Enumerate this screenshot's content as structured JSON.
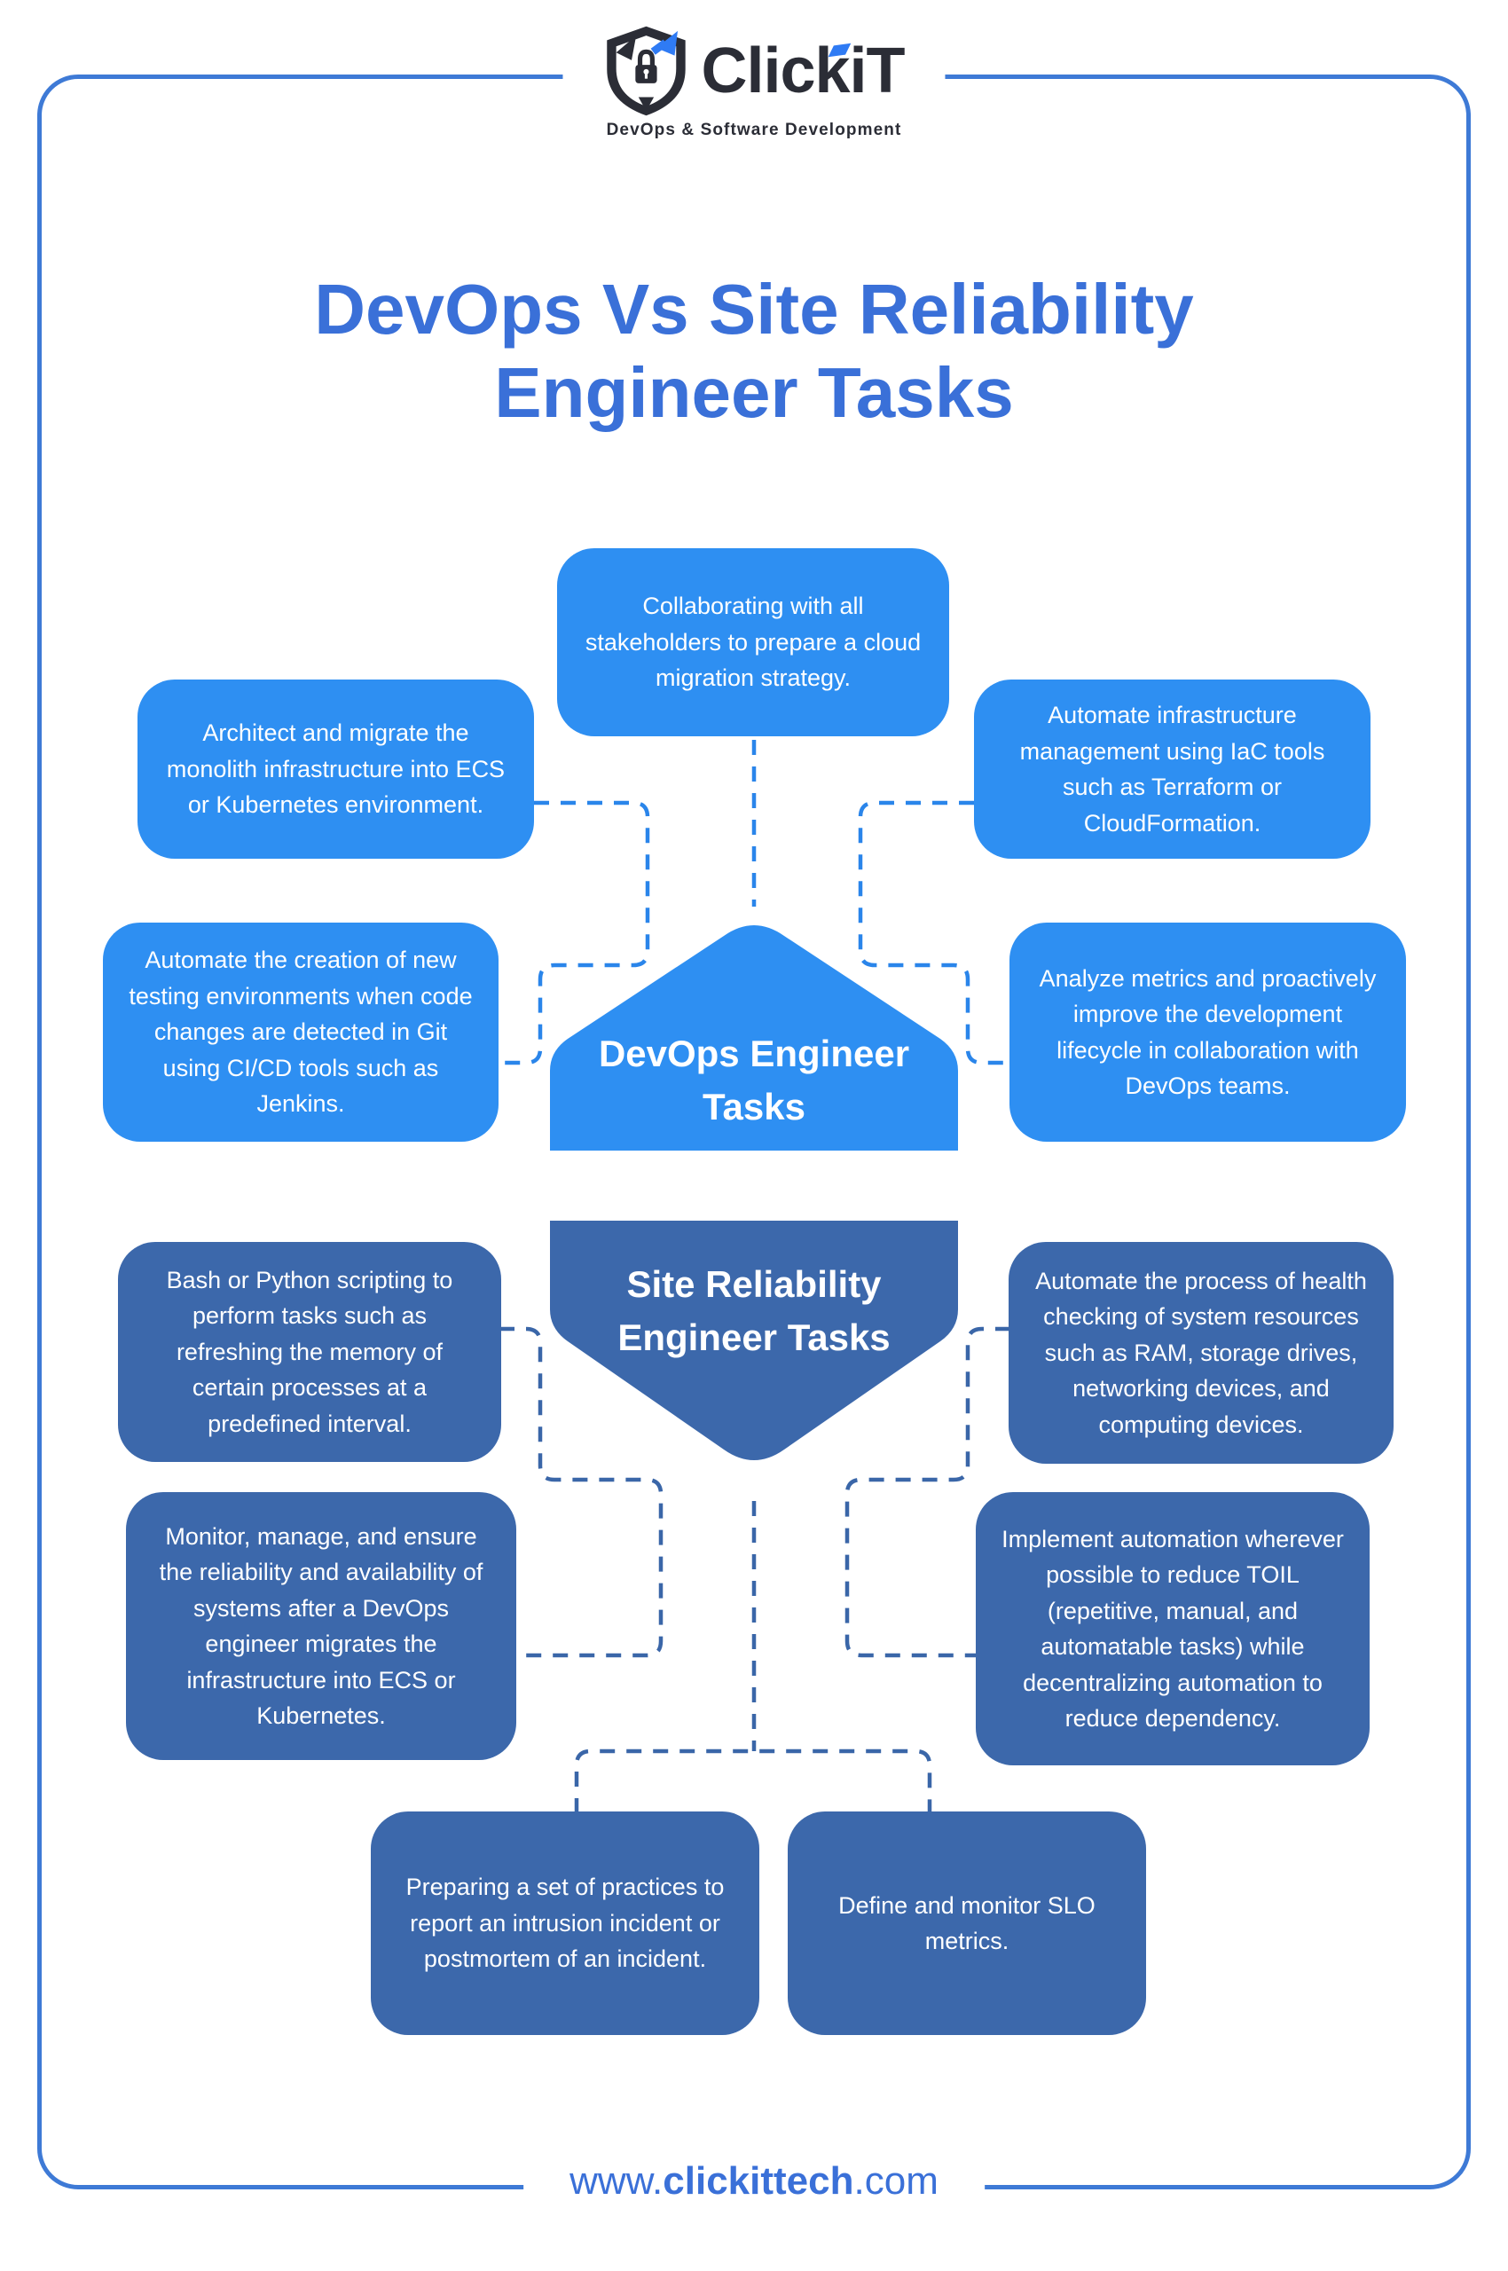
{
  "logo": {
    "brand_prefix": "Clic",
    "brand_k": "k",
    "brand_suffix": "iT",
    "tagline": "DevOps & Software Development",
    "icon": "clickit-shield-lock-arrows",
    "color_dark": "#2b2d36",
    "color_blue": "#2f7bf4"
  },
  "title": {
    "line1": "DevOps Vs Site Reliability",
    "line2": "Engineer Tasks",
    "color": "#3a70d8"
  },
  "devops_section": {
    "label_line1": "DevOps Engineer",
    "label_line2": "Tasks",
    "box_color": "#2e8ff2",
    "connector_color": "#2a85ea",
    "boxes": {
      "collaborating": "Collaborating with all stakeholders to prepare a cloud migration strategy.",
      "architect": "Architect and migrate the monolith infrastructure into ECS or Kubernetes environment.",
      "automate_infra": "Automate infrastructure management using IaC tools such as Terraform or CloudFormation.",
      "automate_creation": "Automate the creation of new testing environments when code changes are detected in Git using CI/CD tools such as Jenkins.",
      "analyze": "Analyze metrics and proactively improve the development lifecycle in collaboration with DevOps teams."
    }
  },
  "sre_section": {
    "label_line1": "Site Reliability",
    "label_line2": "Engineer Tasks",
    "box_color": "#3c68ab",
    "connector_color": "#3a66a8",
    "boxes": {
      "bash": "Bash or Python scripting to perform tasks such as refreshing the memory of certain processes at a predefined interval.",
      "health": "Automate the process of health checking of system resources such as RAM, storage drives, networking devices, and computing devices.",
      "monitor": "Monitor, manage, and ensure the reliability and availability of systems after a DevOps engineer migrates the infrastructure into ECS or Kubernetes.",
      "implement": "Implement automation wherever possible to reduce TOIL (repetitive, manual, and automatable tasks) while decentralizing automation to reduce dependency.",
      "preparing": "Preparing a set of practices to report an intrusion incident or postmortem of an incident.",
      "define": "Define and monitor SLO metrics."
    }
  },
  "footer": {
    "prefix": "www.",
    "domain": "clickittech",
    "suffix": ".com"
  },
  "frame_color": "#3e7ad6"
}
